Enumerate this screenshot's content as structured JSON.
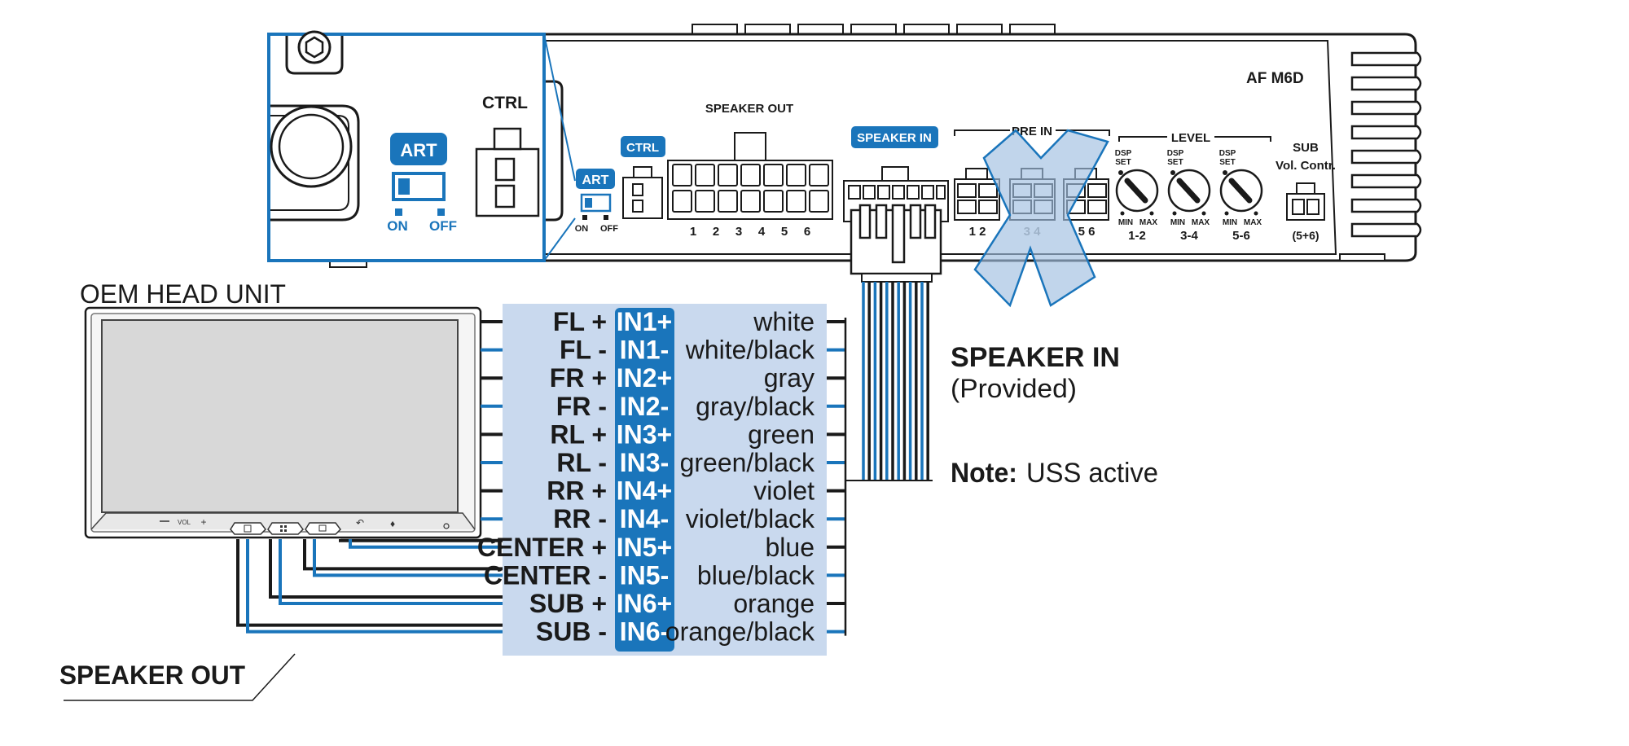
{
  "amp": {
    "model": "AF M6D",
    "ctrl_label": "CTRL",
    "art_label": "ART",
    "on_label": "ON",
    "off_label": "OFF",
    "ctrl_tag": "CTRL",
    "speaker_out_header": "SPEAKER OUT",
    "speaker_out_pins": [
      "1",
      "2",
      "3",
      "4",
      "5",
      "6"
    ],
    "speaker_in_tag": "SPEAKER IN",
    "pre_in_header": "PRE IN",
    "pre_in_labels": [
      "1 2",
      "3 4",
      "5 6"
    ],
    "level_header": "LEVEL",
    "dsp_label": "DSP",
    "set_label": "SET",
    "min_label": "MIN",
    "max_label": "MAX",
    "level_knobs": [
      "1-2",
      "3-4",
      "5-6"
    ],
    "sub_label": "SUB",
    "vol_contr_label": "Vol. Contr.",
    "sub_pin_label": "(5+6)"
  },
  "head_unit": {
    "label": "OEM HEAD UNIT",
    "vol_label": "VOL"
  },
  "speaker_out_label": "SPEAKER OUT",
  "speaker_in_note": {
    "title": "SPEAKER IN",
    "subtitle": "(Provided)",
    "note_bold": "Note:",
    "note_text": "USS active"
  },
  "colors": {
    "blue": "#1A75BB",
    "panel": "#C9D9EE",
    "dark": "#1A1A1A",
    "cross": "#9FBEE0"
  },
  "wiring": [
    {
      "channel": "FL +",
      "input": "IN1+",
      "color": "white",
      "stripe": "black"
    },
    {
      "channel": "FL -",
      "input": "IN1-",
      "color": "white/black",
      "stripe": "blue"
    },
    {
      "channel": "FR +",
      "input": "IN2+",
      "color": "gray",
      "stripe": "black"
    },
    {
      "channel": "FR -",
      "input": "IN2-",
      "color": "gray/black",
      "stripe": "blue"
    },
    {
      "channel": "RL +",
      "input": "IN3+",
      "color": "green",
      "stripe": "black"
    },
    {
      "channel": "RL -",
      "input": "IN3-",
      "color": "green/black",
      "stripe": "blue"
    },
    {
      "channel": "RR +",
      "input": "IN4+",
      "color": "violet",
      "stripe": "black"
    },
    {
      "channel": "RR -",
      "input": "IN4-",
      "color": "violet/black",
      "stripe": "blue"
    },
    {
      "channel": "CENTER +",
      "input": "IN5+",
      "color": "blue",
      "stripe": "black"
    },
    {
      "channel": "CENTER -",
      "input": "IN5-",
      "color": "blue/black",
      "stripe": "blue"
    },
    {
      "channel": "SUB +",
      "input": "IN6+",
      "color": "orange",
      "stripe": "black"
    },
    {
      "channel": "SUB -",
      "input": "IN6-",
      "color": "orange/black",
      "stripe": "blue"
    }
  ]
}
